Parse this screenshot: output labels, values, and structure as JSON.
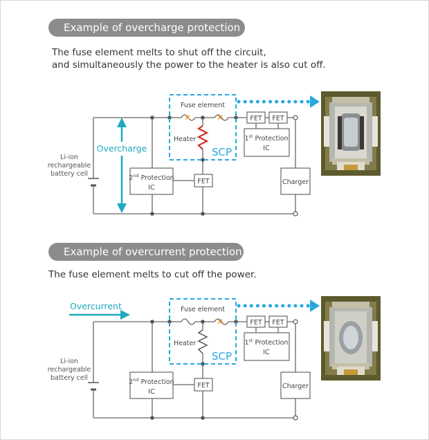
{
  "sections": [
    {
      "heading": "Example of overcharge protection",
      "desc_line1": "The fuse element melts to shut off the circuit,",
      "desc_line2": "and simultaneously the power to the heater is also cut off.",
      "arrow_label": "Overcharge",
      "fuse_label": "Fuse element",
      "heater_label": "Heater",
      "scp_label": "SCP",
      "fet_label": "FET",
      "protection1_main": "1",
      "protection1_sup": "st",
      "protection1_rest": " Protection",
      "protection1_ic": "IC",
      "protection2_main": "2",
      "protection2_sup": "nd",
      "protection2_rest": " Protection",
      "protection2_ic": "IC",
      "charger_label": "Charger",
      "battery_line1": "Li-ion",
      "battery_line2": "rechargeable",
      "battery_line3": "battery cell",
      "heater_active": true
    },
    {
      "heading": "Example of overcurrent protection",
      "desc_line1": "The fuse element melts to cut off the power.",
      "arrow_label": "Overcurrent",
      "fuse_label": "Fuse element",
      "heater_label": "Heater",
      "scp_label": "SCP",
      "fet_label": "FET",
      "protection1_main": "1",
      "protection1_sup": "st",
      "protection1_rest": " Protection",
      "protection1_ic": "IC",
      "protection2_main": "2",
      "protection2_sup": "nd",
      "protection2_rest": " Protection",
      "protection2_ic": "IC",
      "charger_label": "Charger",
      "battery_line1": "Li-ion",
      "battery_line2": "rechargeable",
      "battery_line3": "battery cell",
      "heater_active": false
    }
  ],
  "colors": {
    "accent": "#1fa9bd",
    "dash_blue": "#29a8e0",
    "heater_red": "#d0312d",
    "fuse_orange": "#f08a1c",
    "wire": "#666666",
    "pill_bg": "#8c8c8c"
  }
}
